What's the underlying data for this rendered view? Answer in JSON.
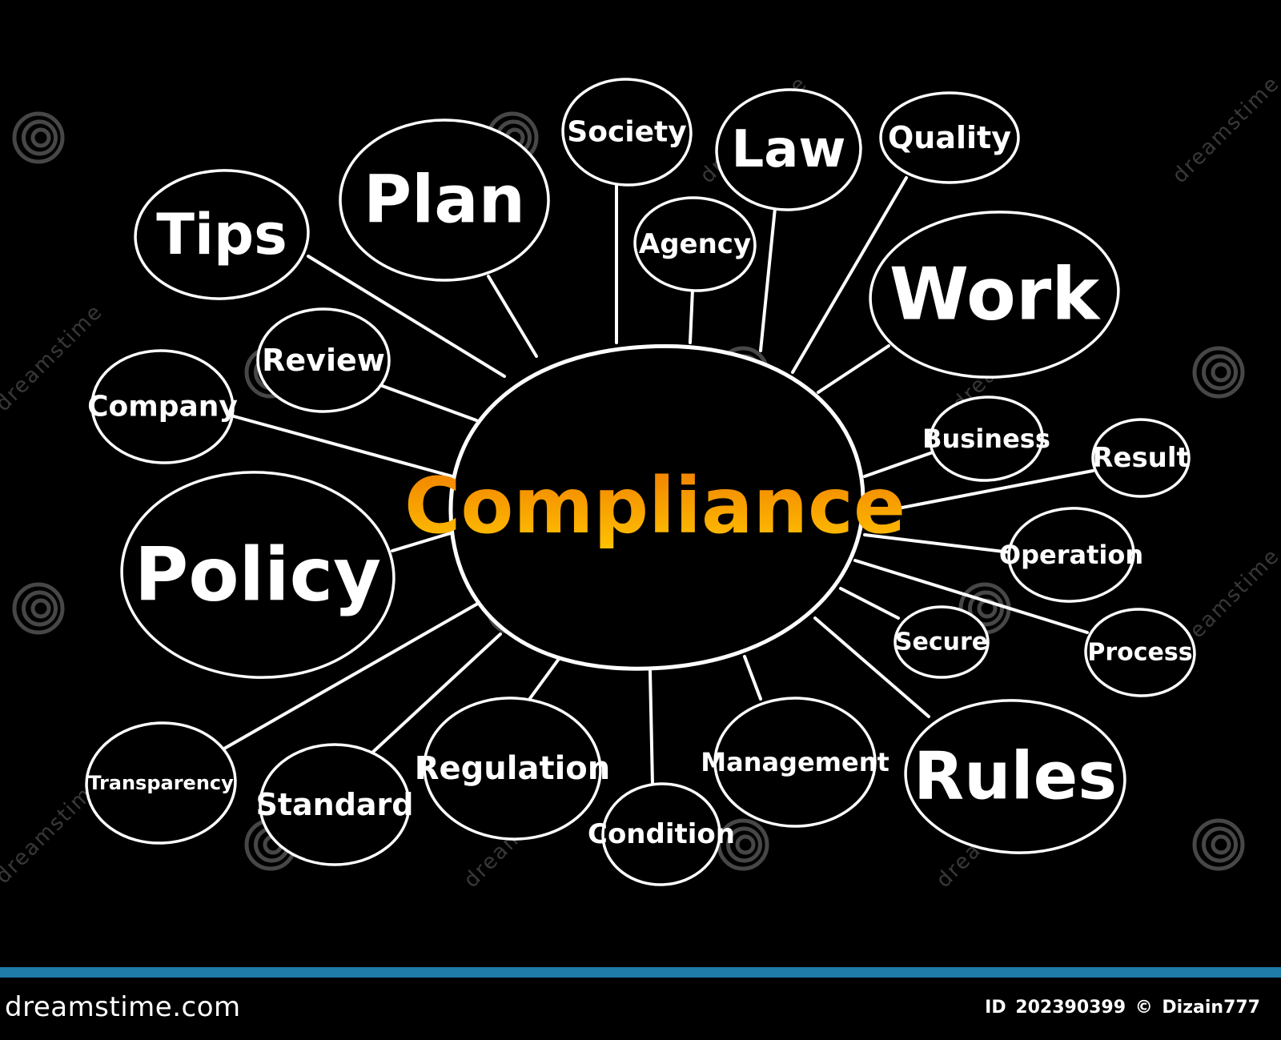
{
  "diagram": {
    "center": "Compliance",
    "center_gradient": [
      "#f07d00",
      "#ffc400"
    ],
    "nodes": [
      "Tips",
      "Plan",
      "Society",
      "Law",
      "Quality",
      "Agency",
      "Work",
      "Review",
      "Company",
      "Business",
      "Result",
      "Policy",
      "Operation",
      "Secure",
      "Process",
      "Transparency",
      "Standard",
      "Regulation",
      "Condition",
      "Management",
      "Rules"
    ]
  },
  "watermark": {
    "text": "dreamstime",
    "icon": "spiral-icon"
  },
  "footer": {
    "brand": "dreamstime.com",
    "id_label": "ID",
    "id": "202390399",
    "copyright_symbol": "©",
    "author": "Dizain777",
    "stripe_color": "#1f7ba8"
  }
}
